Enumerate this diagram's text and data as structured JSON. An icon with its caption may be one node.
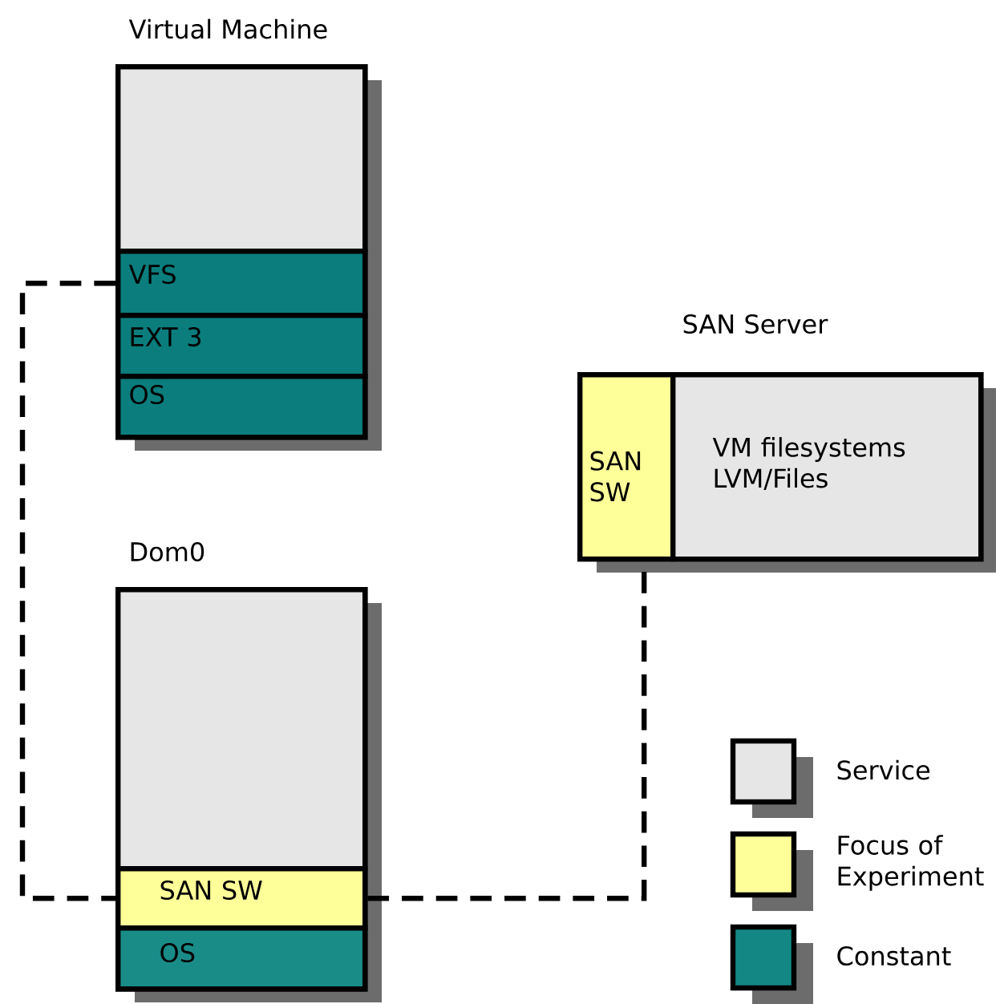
{
  "diagram": {
    "nodes": [
      {
        "text": [
          "Virtual Machine"
        ]
      },
      {
        "text": [],
        "shape": "box",
        "in": 0
      },
      {
        "text": [
          "VFS"
        ],
        "in": 0
      },
      {
        "text": [
          "EXT 3"
        ],
        "in": 0
      },
      {
        "text": [
          "OS"
        ],
        "in": 0
      },
      {
        "text": [
          "SAN Server"
        ]
      },
      {
        "text": [
          "SAN SW"
        ],
        "in": 5
      },
      {
        "text": [
          "VM filesystems LVM/Files"
        ],
        "in": 5
      },
      {
        "text": [
          "Dom0"
        ]
      },
      {
        "text": [],
        "shape": "box",
        "in": 8
      },
      {
        "text": [
          "SAN SW"
        ],
        "in": 8
      },
      {
        "text": [
          "OS"
        ],
        "in": 8
      }
    ],
    "edges": [
      {
        "from": 2,
        "to": 10,
        "arrow": "none",
        "style": "dashed"
      },
      {
        "from": 10,
        "to": 6,
        "arrow": "none",
        "style": "dashed"
      }
    ],
    "legend": [
      {
        "text": "Service",
        "color": "#e6e6e6"
      },
      {
        "text": "Focus of Experiment",
        "color": "#ffff99"
      },
      {
        "text": "Constant",
        "color": "#138784"
      }
    ]
  }
}
